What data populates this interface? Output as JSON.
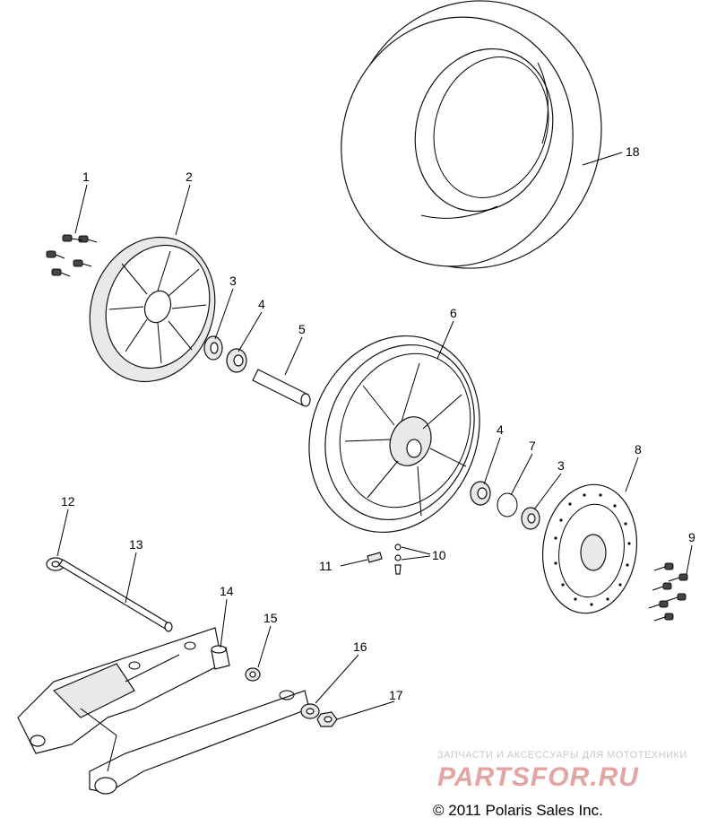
{
  "callouts": [
    "1",
    "2",
    "3",
    "4",
    "5",
    "6",
    "4",
    "7",
    "3",
    "8",
    "9",
    "10",
    "11",
    "12",
    "13",
    "14",
    "15",
    "16",
    "17",
    "18"
  ],
  "watermark": {
    "caption": "ЗАПЧАСТИ И АКСЕССУАРЫ ДЛЯ МОТОТЕХНИКИ",
    "logo": "PARTSFOR.RU"
  },
  "copyright": "© 2011 Polaris Sales Inc."
}
